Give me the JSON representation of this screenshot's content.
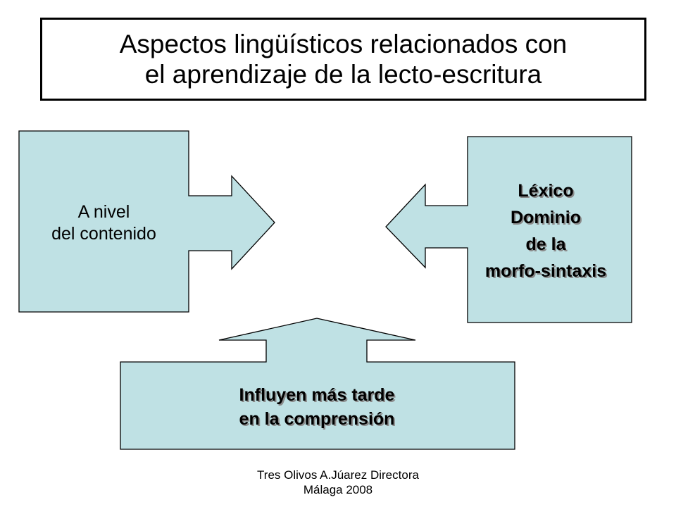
{
  "title": {
    "line1": "Aspectos lingüísticos relacionados con",
    "line2": "el aprendizaje de la lecto-escritura"
  },
  "left_box": {
    "line1": "A nivel",
    "line2": "del contenido"
  },
  "right_box": {
    "line1": "Léxico",
    "line2": "Dominio",
    "line3": "de la",
    "line4": "morfo-sintaxis"
  },
  "bottom_box": {
    "line1": "Influyen más tarde",
    "line2": "en la comprensión"
  },
  "footer": {
    "line1": "Tres Olivos A.Júarez Directora",
    "line2": "Málaga 2008"
  },
  "colors": {
    "box_fill": "#bfe1e4",
    "stroke": "#000000",
    "text": "#000000"
  }
}
